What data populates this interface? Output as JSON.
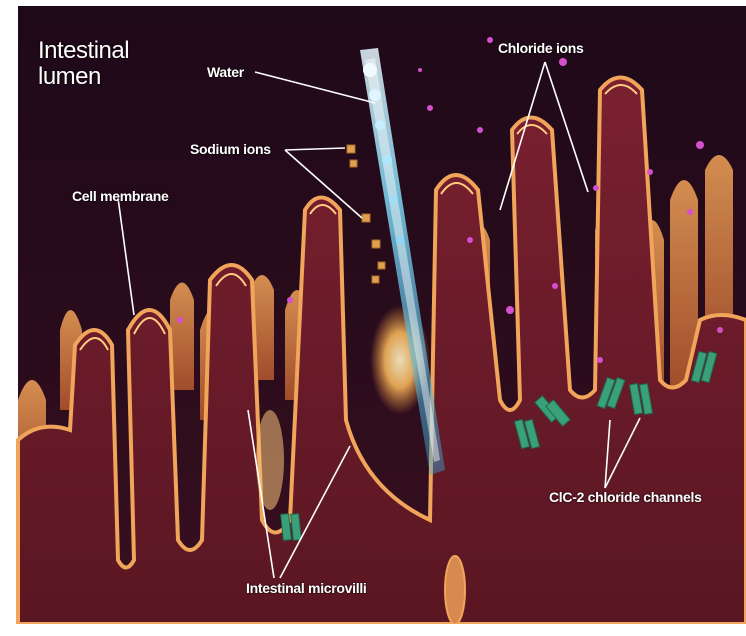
{
  "title": "Intestinal lumen",
  "labels": {
    "water": "Water",
    "sodium_ions": "Sodium ions",
    "chloride_ions": "Chloride ions",
    "cell_membrane": "Cell membrane",
    "clc2_channels": "ClC-2 chloride channels",
    "microvilli": "Intestinal microvilli"
  },
  "colors": {
    "lumen": "#1e0a1a",
    "tissue": "#6e1d2c",
    "membrane": "#f0a55a",
    "water": "#7fd6f2",
    "channel": "#3aa079",
    "chloride": "#d64fcf",
    "sodium": "#e0a050"
  }
}
